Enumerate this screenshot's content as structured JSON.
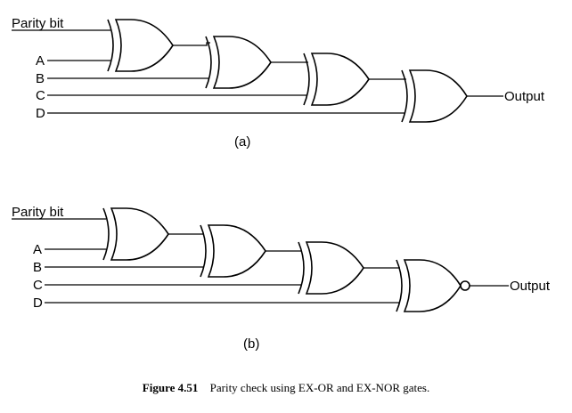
{
  "diagram_a": {
    "label": "(a)",
    "inputs": [
      "Parity bit",
      "A",
      "B",
      "C",
      "D"
    ],
    "gates": [
      "EX-OR",
      "EX-OR",
      "EX-OR",
      "EX-OR"
    ],
    "output_label": "Output"
  },
  "diagram_b": {
    "label": "(b)",
    "inputs": [
      "Parity bit",
      "A",
      "B",
      "C",
      "D"
    ],
    "gates": [
      "EX-OR",
      "EX-OR",
      "EX-OR",
      "EX-NOR"
    ],
    "output_label": "Output"
  },
  "caption": {
    "figure": "Figure 4.51",
    "text": "Parity check using EX-OR and EX-NOR gates."
  }
}
